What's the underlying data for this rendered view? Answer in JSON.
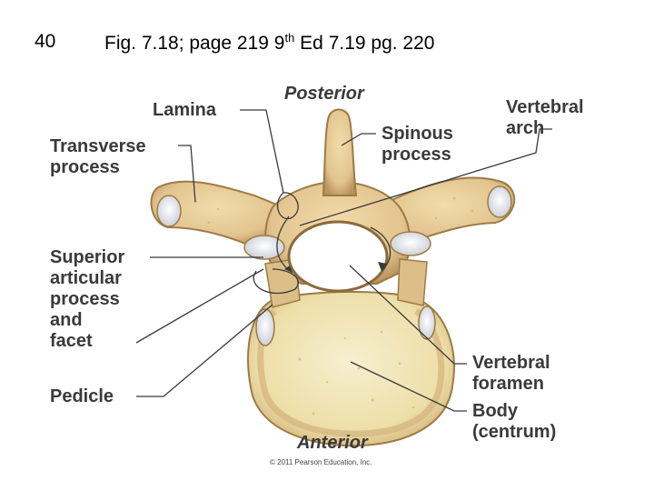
{
  "header": {
    "slide_number": "40",
    "title_main": "Fig. 7.18;  page 219   9",
    "title_sup": "th",
    "title_end": " Ed  7.19  pg. 220"
  },
  "diagram": {
    "orientation_top": "Posterior",
    "orientation_bottom": "Anterior",
    "labels": {
      "lamina": "Lamina",
      "transverse_process": [
        "Transverse",
        "process"
      ],
      "spinous_process": [
        "Spinous",
        "process"
      ],
      "vertebral_arch": [
        "Vertebral",
        "arch"
      ],
      "superior_articular": [
        "Superior",
        "articular",
        "process",
        "and",
        "facet"
      ],
      "pedicle": "Pedicle",
      "vertebral_foramen": [
        "Vertebral",
        "foramen"
      ],
      "body": [
        "Body",
        "(centrum)"
      ]
    },
    "credit": "© 2011 Pearson Education, Inc.",
    "colors": {
      "bone": "#e2c48f",
      "bone_dark": "#b9925a",
      "body_center": "#f6efcf",
      "facet": "#f1f3f6",
      "label_text": "#3a3a3a"
    }
  }
}
